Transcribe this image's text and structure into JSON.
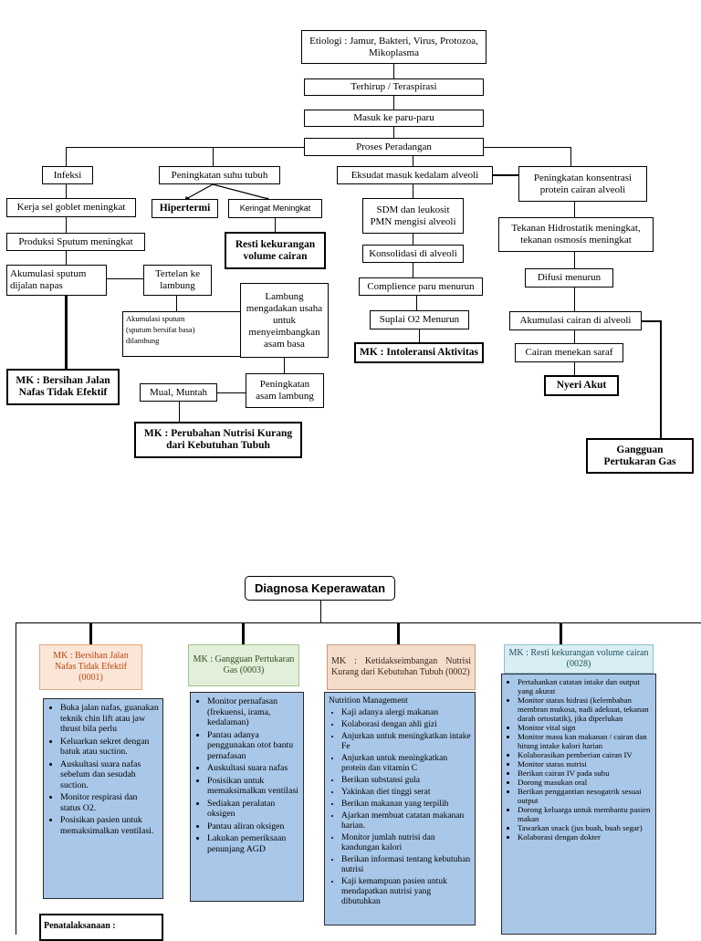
{
  "top": {
    "etiologi": "Etiologi : Jamur, Bakteri, Virus, Protozoa, Mikoplasma",
    "terhirup": "Terhirup / Teraspirasi",
    "masuk": "Masuk ke paru-paru",
    "proses": "Proses Peradangan"
  },
  "left": {
    "infeksi": "Infeksi",
    "goblet": "Kerja sel  goblet meningkat",
    "sputum": "Produksi Sputum meningkat",
    "akumulasi": "Akumulasi    sputum dijalan napas",
    "tertelan": "Tertelan ke lambung",
    "akum_lambung_1": "Akumulasi sputum",
    "akum_lambung_2": "(sputum bersifat basa)",
    "akum_lambung_3": "dilambung",
    "lambung": "Lambung mengadakan usaha untuk menyeimbangkan asam basa",
    "asam": "Peningkatan asam lambung",
    "mual": "Mual, Muntah",
    "mk_jalan_nafas": "MK : Bersihan Jalan Nafas Tidak Efektif",
    "mk_nutrisi": "MK : Perubahan Nutrisi Kurang dari Kebutuhan Tubuh"
  },
  "mid": {
    "suhu": "Peningkatan suhu tubuh",
    "hipertermi": "Hipertermi",
    "keringat": "Keringat Meningkat",
    "resti": "Resti kekurangan volume cairan",
    "eksudat": "Eksudat masuk kedalam alveoli",
    "sdm": "SDM dan leukosit PMN mengisi alveoli",
    "konsolidasi": "Konsolidasi di alveoli",
    "complience": "Complience paru menurun",
    "suplai": "Suplai O2 Menurun",
    "mk_intoleransi": "MK : Intoleransi Aktivitas"
  },
  "right": {
    "konsentrasi": "Peningkatan konsentrasi protein cairan alveoli",
    "tekanan": "Tekanan Hidrostatik meningkat, tekanan osmosis meningkat",
    "difusi": "Difusi menurun",
    "akum_cairan": "Akumulasi cairan di alveoli",
    "saraf": "Cairan menekan saraf",
    "nyeri": "Nyeri Akut",
    "gangguan": "Gangguan Pertukaran Gas"
  },
  "diagnosa": {
    "title": "Diagnosa Keperawatan",
    "cards": [
      {
        "label": "MK : Bersihan Jalan Nafas Tidak Efektif (0001)"
      },
      {
        "label": "MK : Gangguan Pertukaran Gas (0003)"
      },
      {
        "label": "MK : Ketidakseimbangan Nutrisi Kurang dari Kebutuhan Tubuh (0002)"
      },
      {
        "label": "MK : Resti kekurangan volume cairan (0028)"
      }
    ],
    "list1": [
      "Buka jalan nafas, guanakan teknik chin lift atau jaw thrust bila perlu",
      "Keluarkan sekret dengan batuk atau suction.",
      "Auskultasi suara nafas sebelum dan sesudah suction.",
      "Monitor respirasi dan status O2.",
      "Posisikan pasien untuk memaksimalkan ventilasi."
    ],
    "list2": [
      "Monitor pernafasan (frekuensi, irama, kedalaman)",
      "Pantau adanya penggunakan otot bantu pernafasan",
      "Auskultasi suara nafas",
      "Posisikan untuk memaksimalkan ventilasi",
      "Sediakan peralatan oksigen",
      "Pantau aliran oksigen",
      "Lakukan pemeriksaan penunjang AGD"
    ],
    "list3_head": "Nutrition Management",
    "list3": [
      "Kaji adanya alergi makanan",
      "Kolaborasi dengan ahli gizi",
      "Anjurkan untuk meningkatkan intake Fe",
      "Anjurkan untuk meningkatkan protein dan vitamin C",
      "Berikan substansi gula",
      "Yakinkan diet tinggi serat",
      "Berikan makanan yang terpilih",
      "Ajarkan membuat catatan makanan harian.",
      "Monitor jumlah nutrisi dan kandungan kalori",
      "Berikan informasi tentang kebutuhan nutrisi",
      "Kaji kemampuan pasien untuk mendapatkan nutrisi yang dibutuhkan"
    ],
    "list4": [
      "Pertahankan catatan intake dan output yang akurat",
      "Monitor status hidrasi (kelembaban membran mukosa, nadi adekuat, tekanan darah ortostatik), jika diperlukan",
      "Monitor vital sign",
      "Monitor masu kan makanan / cairan dan hitung intake kalori harian",
      "Kolaborasikan pemberian cairan IV",
      "Monitor status nutrisi",
      "Berikan cairan IV pada suhu",
      "Dorong masukan oral",
      "Berikan penggantian nesogatrik sesuai output",
      "Dorong keluarga untuk membantu pasien makan",
      "Tawarkan snack (jus buah, buah segar)",
      "Kolaborasi dengan dokter"
    ],
    "penatalaksanaan": "Penatalaksanaan :"
  }
}
